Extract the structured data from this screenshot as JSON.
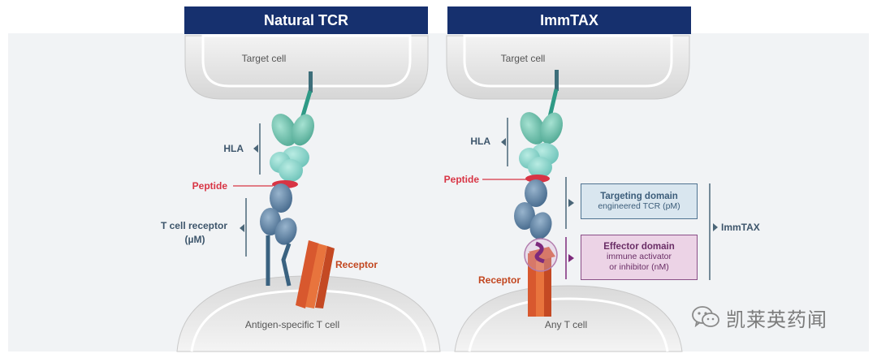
{
  "panels": {
    "left": {
      "title": "Natural TCR",
      "target_cell": "Target cell",
      "t_cell": "Antigen-specific T cell",
      "hla": "HLA",
      "peptide": "Peptide",
      "tcr_line1": "T cell receptor",
      "tcr_line2": "(µM)",
      "receptor": "Receptor"
    },
    "right": {
      "title": "ImmTAX",
      "target_cell": "Target cell",
      "t_cell": "Any T cell",
      "hla": "HLA",
      "peptide": "Peptide",
      "receptor": "Receptor",
      "immtax": "ImmTAX",
      "targeting": {
        "title": "Targeting domain",
        "desc": "engineered TCR (pM)"
      },
      "effector": {
        "title": "Effector domain",
        "desc_line1": "immune activator",
        "desc_line2": "or inhibitor (nM)"
      }
    }
  },
  "watermark": {
    "text": "凯莱英药闻",
    "icon": "wechat-icon"
  },
  "colors": {
    "header": "#16306e",
    "hla": "#6fc2b0",
    "tcr": "#5c82a4",
    "peptide": "#d83444",
    "receptor": "#d8582e",
    "effector": "#7d2a7c"
  }
}
